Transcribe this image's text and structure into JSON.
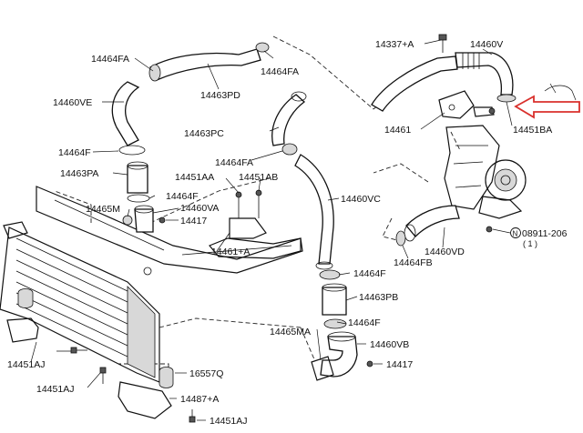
{
  "labels": {
    "l_14464fa_tl": "14464FA",
    "l_14464fa_tr": "14464FA",
    "l_14460ve": "14460VE",
    "l_14463pd": "14463PD",
    "l_14337a": "14337+A",
    "l_14460v": "14460V",
    "l_14461": "14461",
    "l_14451ba": "14451BA",
    "l_14463pc": "14463PC",
    "l_14464f_1": "14464F",
    "l_14464fa_mid": "14464FA",
    "l_14463pa": "14463PA",
    "l_14451aa": "14451AA",
    "l_14451ab": "14451AB",
    "l_14460vc": "14460VC",
    "l_14465m": "14465M",
    "l_14464f_2": "14464F",
    "l_14460va": "14460VA",
    "l_14417_1": "14417",
    "l_14461a": "14461+A",
    "l_14464fb": "14464FB",
    "l_14460vd": "14460VD",
    "l_08911": "08911-206",
    "l_08911_qty": "( 1 )",
    "l_n_symbol": "N",
    "l_14464f_3": "14464F",
    "l_14463pb": "14463PB",
    "l_14464f_4": "14464F",
    "l_14465ma": "14465MA",
    "l_14460vb": "14460VB",
    "l_14417_2": "14417",
    "l_14451aj_1": "14451AJ",
    "l_14451aj_2": "14451AJ",
    "l_16557q": "16557Q",
    "l_14487a": "14487+A",
    "l_14451aj_3": "14451AJ"
  },
  "colors": {
    "line": "#111111",
    "highlight_arrow": "#d9302c",
    "background": "#ffffff"
  }
}
